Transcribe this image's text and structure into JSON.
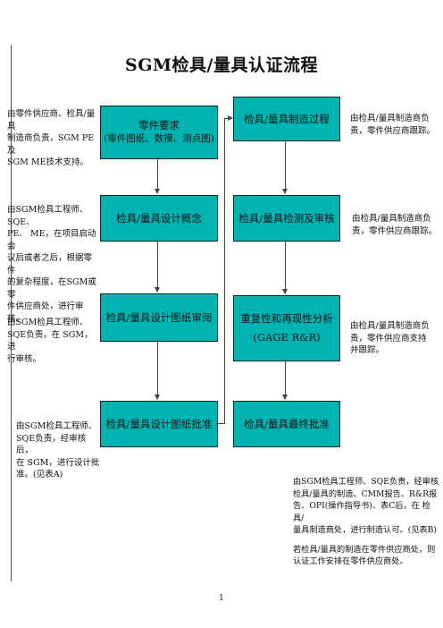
{
  "title": "SGM检具/量具认证流程",
  "left_boxes": [
    {
      "line1": "零件要求",
      "line2": "(零件图纸、数模、测点图)"
    },
    {
      "line1": "检具/量具设计概念",
      "line2": ""
    },
    {
      "line1": "检具/量具设计图纸审阅",
      "line2": ""
    },
    {
      "line1": "检具/量具设计图纸批准",
      "line2": ""
    }
  ],
  "right_boxes": [
    {
      "line1": "检具/量具制造过程",
      "line2": ""
    },
    {
      "line1": "检具/量具检测及审核",
      "line2": ""
    },
    {
      "line1": "重复性和再现性分析",
      "line2": "(GAGE R&R)"
    },
    {
      "line1": "检具/量具最终批准",
      "line2": ""
    }
  ],
  "left_notes": [
    [
      "由零件供应商、检具/量具",
      "制造商负责，SGM PE及",
      "SGM ME技术支持。"
    ],
    [
      "由SGM检具工程师、SQE、",
      "PE、 ME，在项目启动会",
      "议后或者之后，根据零件",
      "的复杂程度，在SGM或零",
      "件供应商处，进行审核。"
    ],
    [
      "由SGM检具工程师、",
      "SQE负责，在 SGM，进",
      "行审核。"
    ],
    [
      "由SGM检具工程师、",
      "SQE负责，经审核后，",
      "在 SGM，进行设计批",
      "准。(见表A)"
    ]
  ],
  "right_notes": [
    [
      "由检具/量具制造商负",
      "责，零件供应商跟踪。"
    ],
    [
      "由检具/量具制造商负",
      "责，零件供应商跟踪。"
    ],
    [
      "由检具/量具制造商负",
      "责，零件供应商支持",
      "并跟踪。"
    ]
  ],
  "bottom_note": {
    "para1": [
      "由SGM检具工程师、SQE负责，经审核",
      "检具/量具的制造、CMM报告、R&R报",
      "告、OPI(操作指导书)、表C后，在 检具/",
      "量具制造商处，进行制造认可。(见表B)"
    ],
    "para2": [
      "若检具/量具的制造在零件供应商处，则",
      "认证工作安排在零件供应商处。"
    ]
  },
  "page_number": "1"
}
